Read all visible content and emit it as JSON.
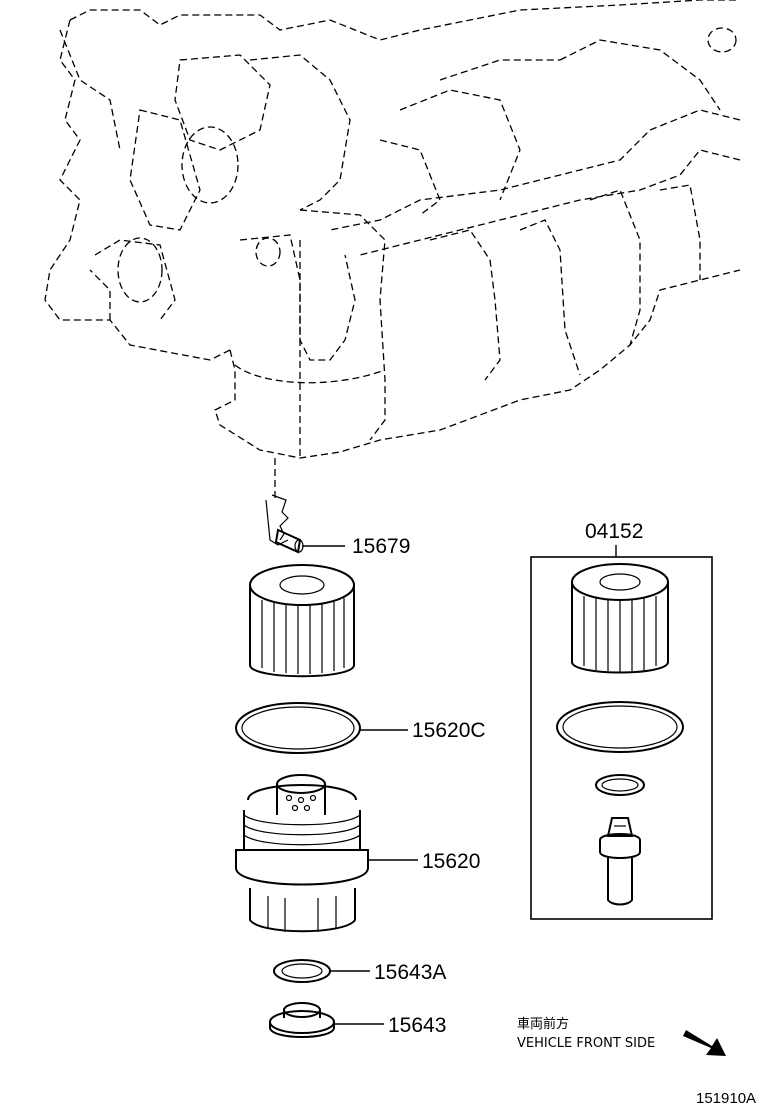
{
  "parts": {
    "p15679": "15679",
    "p04152": "04152",
    "p15620C": "15620C",
    "p15620": "15620",
    "p15643A": "15643A",
    "p15643": "15643"
  },
  "note": {
    "japanese": "車両前方",
    "english": "VEHICLE FRONT SIDE"
  },
  "figure_id": "151910A",
  "icons": {
    "direction_arrow": "arrow-down-right-icon"
  }
}
